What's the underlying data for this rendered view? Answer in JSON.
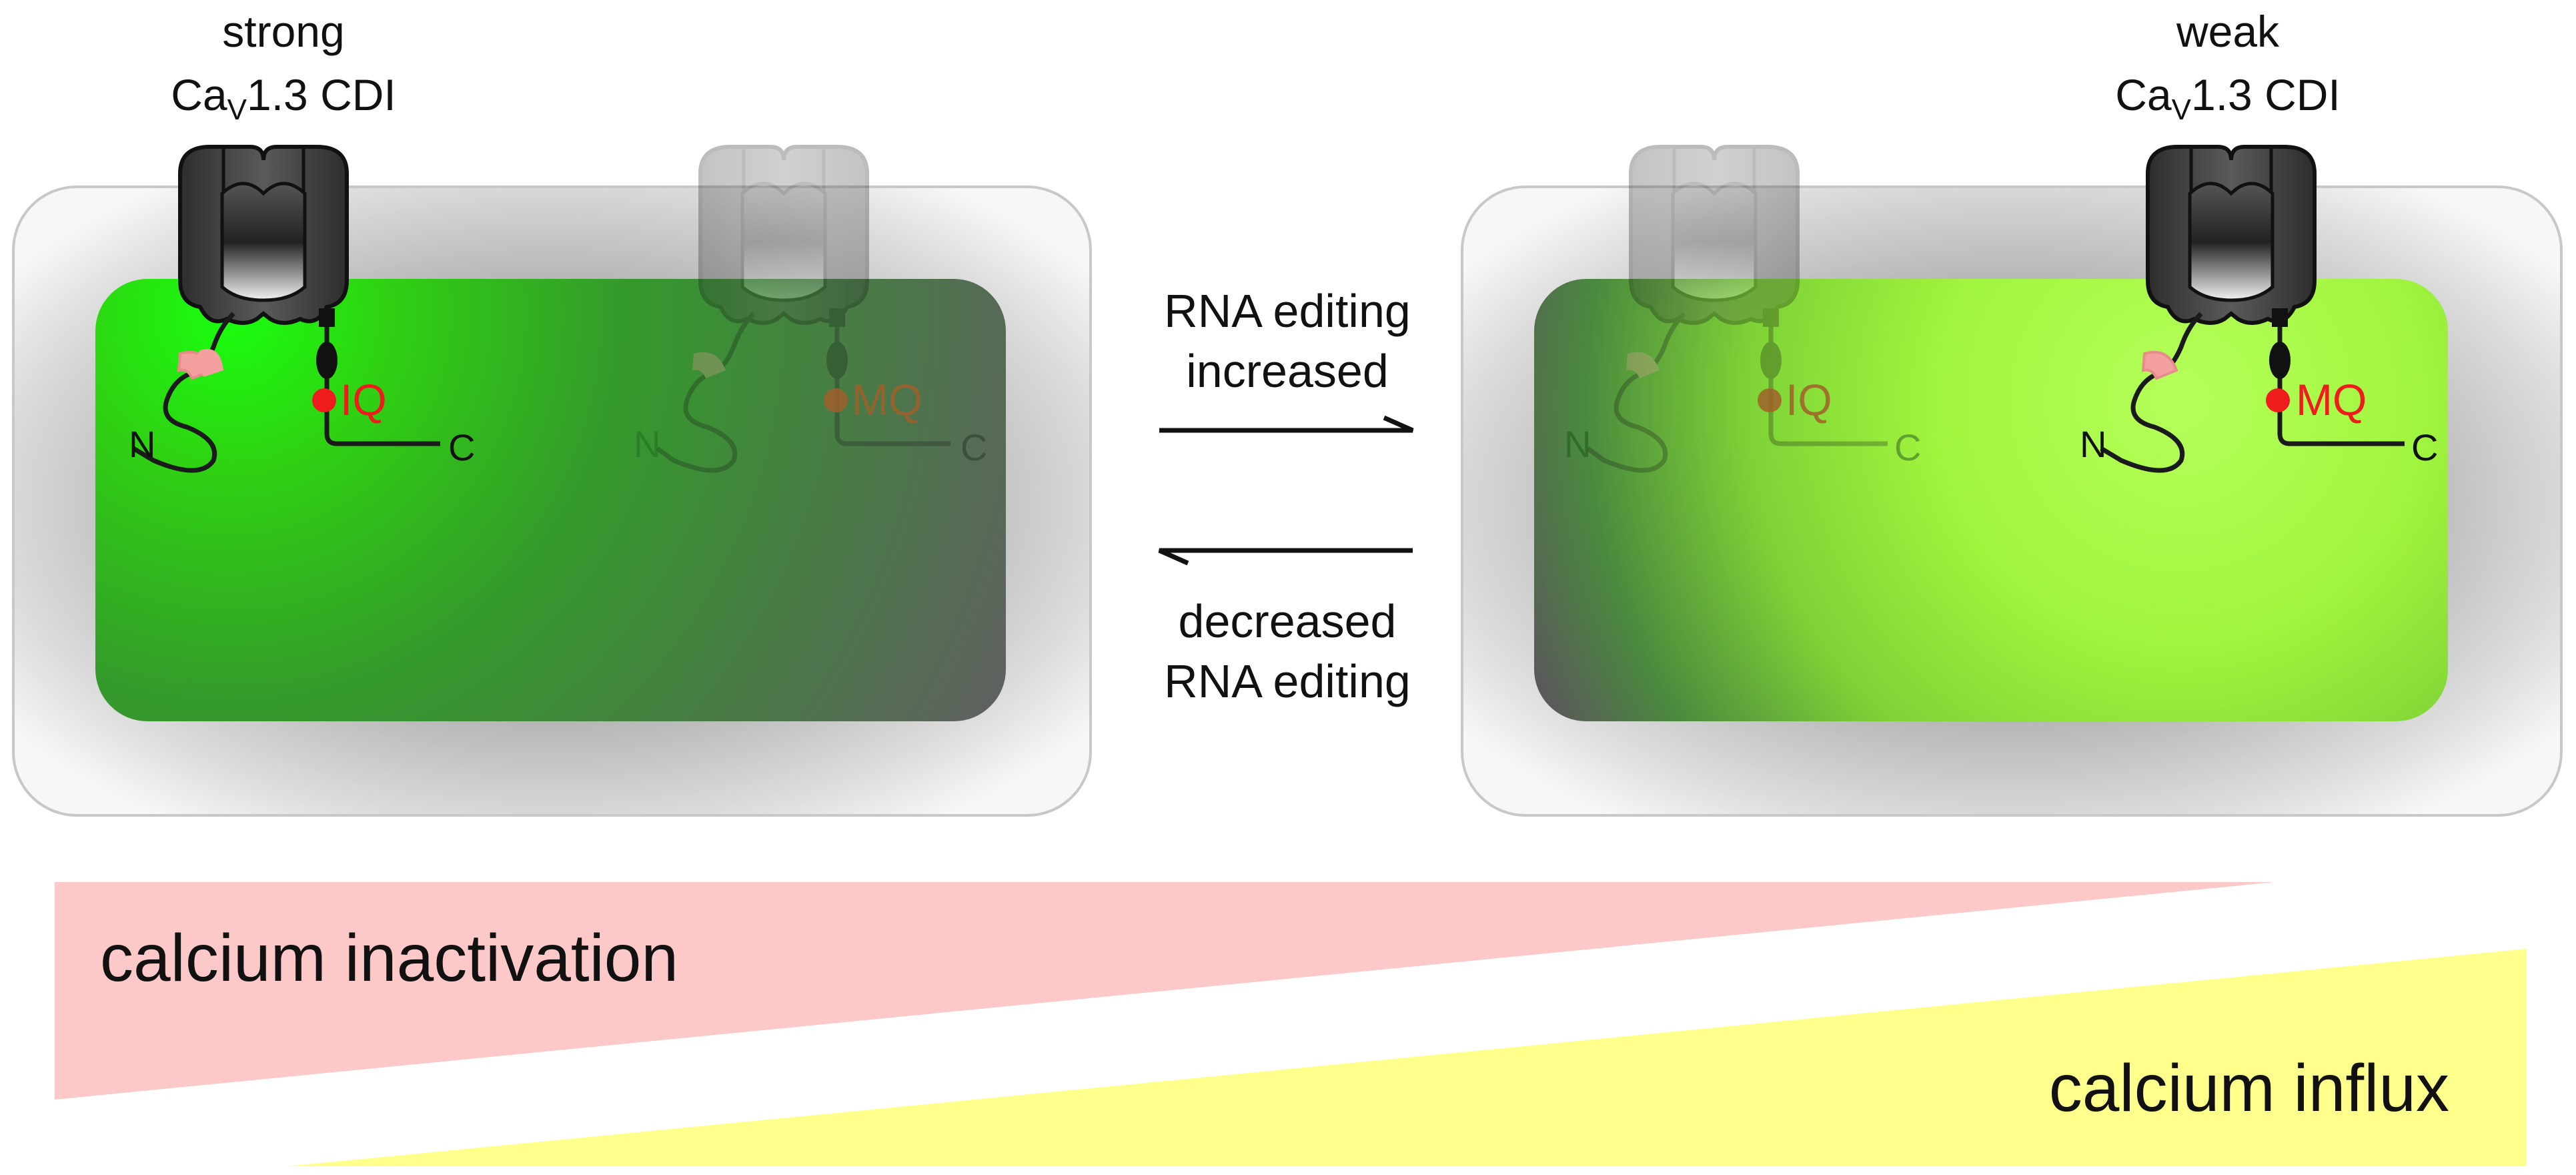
{
  "left_title": {
    "prefix": "strong",
    "ca": "Ca",
    "sub": "V",
    "suffix": "1.3 CDI"
  },
  "right_title": {
    "prefix": "weak",
    "ca": "Ca",
    "sub": "V",
    "suffix": "1.3 CDI"
  },
  "left_cell": {
    "channel_a": {
      "n_label": "N",
      "c_label": "C",
      "motif_label": "IQ"
    },
    "channel_b": {
      "n_label": "N",
      "c_label": "C",
      "motif_label": "MQ"
    }
  },
  "right_cell": {
    "channel_a": {
      "n_label": "N",
      "c_label": "C",
      "motif_label": "IQ"
    },
    "channel_b": {
      "n_label": "N",
      "c_label": "C",
      "motif_label": "MQ"
    }
  },
  "arrows": {
    "forward_line1": "RNA editing",
    "forward_line2": "increased",
    "reverse_line1": "decreased",
    "reverse_line2": "RNA editing"
  },
  "gradients": {
    "inactivation_label": "calcium inactivation",
    "influx_label": "calcium influx"
  },
  "colors": {
    "inactivation_wedge": "#fdc8c8",
    "influx_wedge": "#ffff8c",
    "motif_red": "#ee1c1c",
    "n_lobe_pink": "#f4a0a0",
    "channel_dark": "#3c3c3c",
    "cell_green": "#2fd60f",
    "cell_lime": "#a6ff45"
  }
}
